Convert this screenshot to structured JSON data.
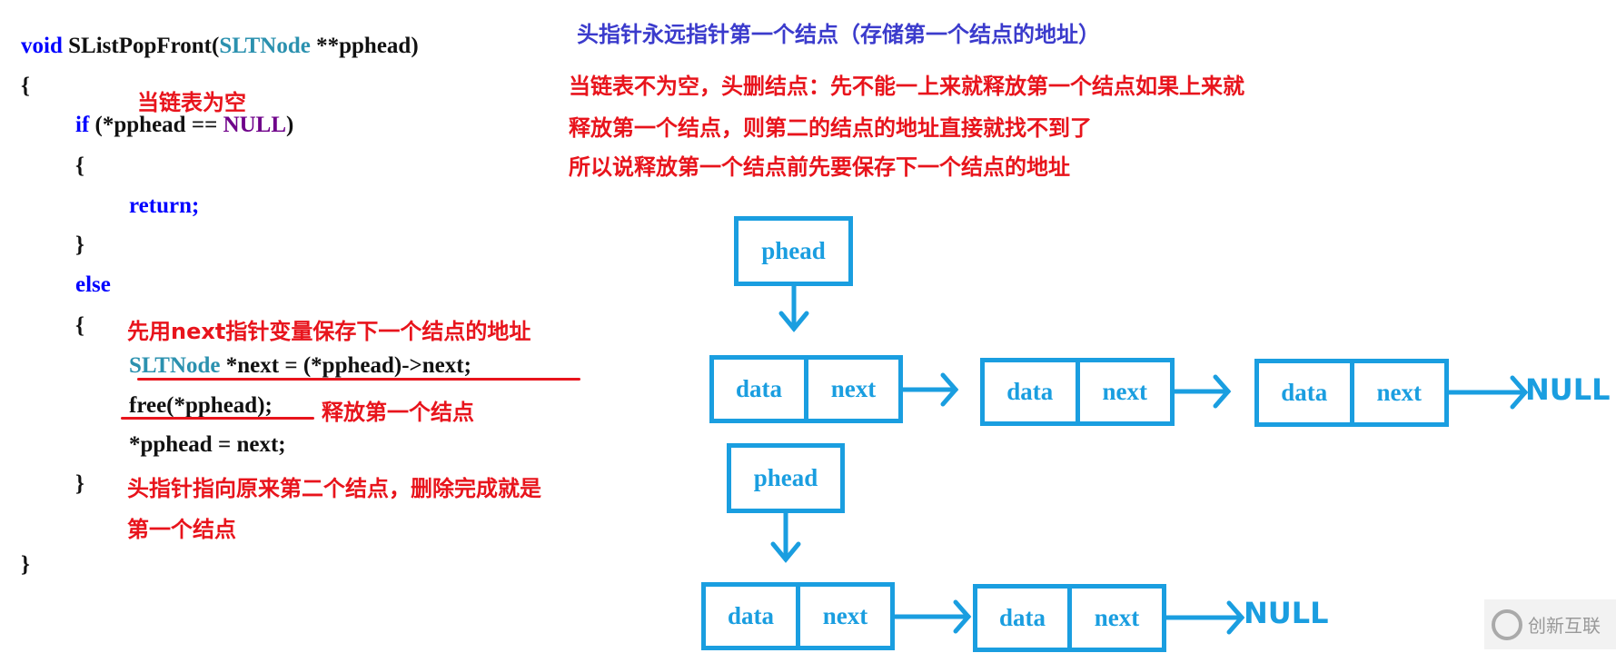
{
  "code": {
    "signature": {
      "ret": "void",
      "name": " SListPopFront(",
      "type": "SLTNode",
      "param": " **pphead)"
    },
    "open_brace": "{",
    "if_kw": "if",
    "if_cond": " (*pphead == ",
    "null_macro": "NULL",
    "if_close": ")",
    "inner_open": "{",
    "return_stmt": "return;",
    "inner_close": "}",
    "else_kw": "else",
    "else_open": "{",
    "decl_type": "SLTNode",
    "decl_rest": " *next = (*pphead)->next;",
    "free_stmt": "free(*pphead);",
    "assign_stmt": "*pphead = next;",
    "else_close": "}",
    "close_brace": "}"
  },
  "annotations": {
    "empty_list": "当链表为空",
    "save_next": "先用next指针变量保存下一个结点的地址",
    "free_first": "释放第一个结点",
    "head_move_1": "头指针指向原来第二个结点，删除完成就是",
    "head_move_2": "第一个结点"
  },
  "title": "头指针永远指针第一个结点（存储第一个结点的地址）",
  "explanation": [
    "当链表不为空，头删结点：先不能一上来就释放第一个结点如果上来就",
    "释放第一个结点，则第二的结点的地址直接就找不到了",
    "所以说释放第一个结点前先要保存下一个结点的地址"
  ],
  "diagram": {
    "head_label": "phead",
    "data_label": "data",
    "next_label": "next",
    "null_label": "NULL"
  },
  "watermark": "创新互联",
  "colors": {
    "box": "#1a9ee0",
    "annotation": "#e8141c",
    "keyword": "#0000ff",
    "type": "#2b91af",
    "title": "#3b3bcc"
  }
}
